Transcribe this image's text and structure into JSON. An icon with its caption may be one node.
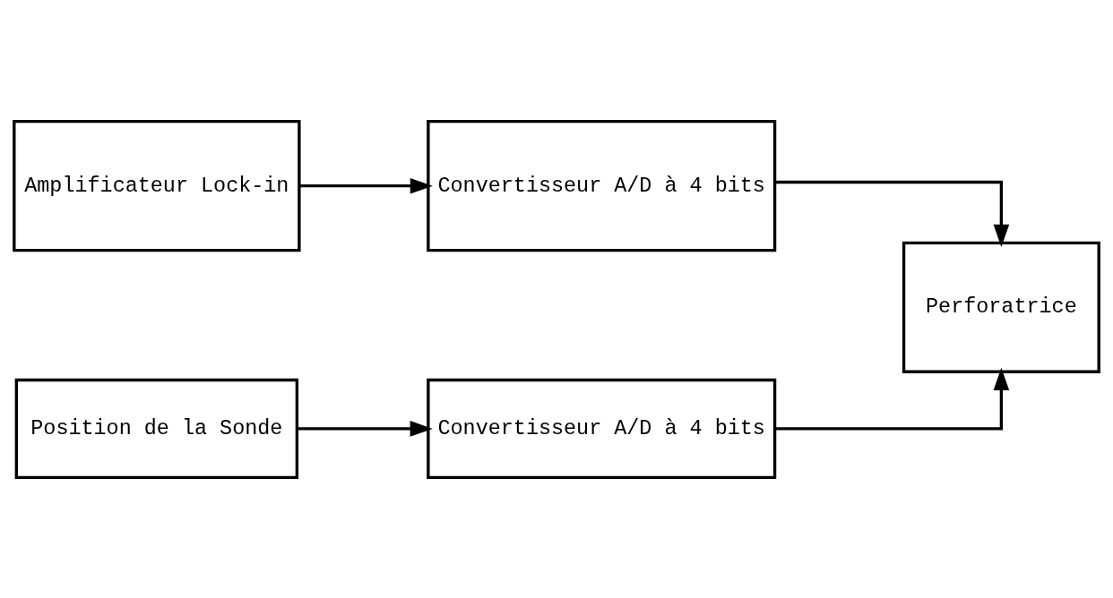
{
  "diagram": {
    "nodes": [
      {
        "text": [
          "Amplificateur Lock-in"
        ]
      },
      {
        "text": [
          "Convertisseur A/D à 4 bits"
        ]
      },
      {
        "text": [
          "Perforatrice"
        ]
      },
      {
        "text": [
          "Position de la Sonde"
        ]
      },
      {
        "text": [
          "Convertisseur A/D à 4 bits"
        ]
      }
    ],
    "edges": [
      {
        "from": 0,
        "to": 1,
        "arrow": "to"
      },
      {
        "from": 1,
        "to": 2,
        "arrow": "to"
      },
      {
        "from": 3,
        "to": 4,
        "arrow": "to"
      },
      {
        "from": 4,
        "to": 2,
        "arrow": "to"
      }
    ]
  }
}
